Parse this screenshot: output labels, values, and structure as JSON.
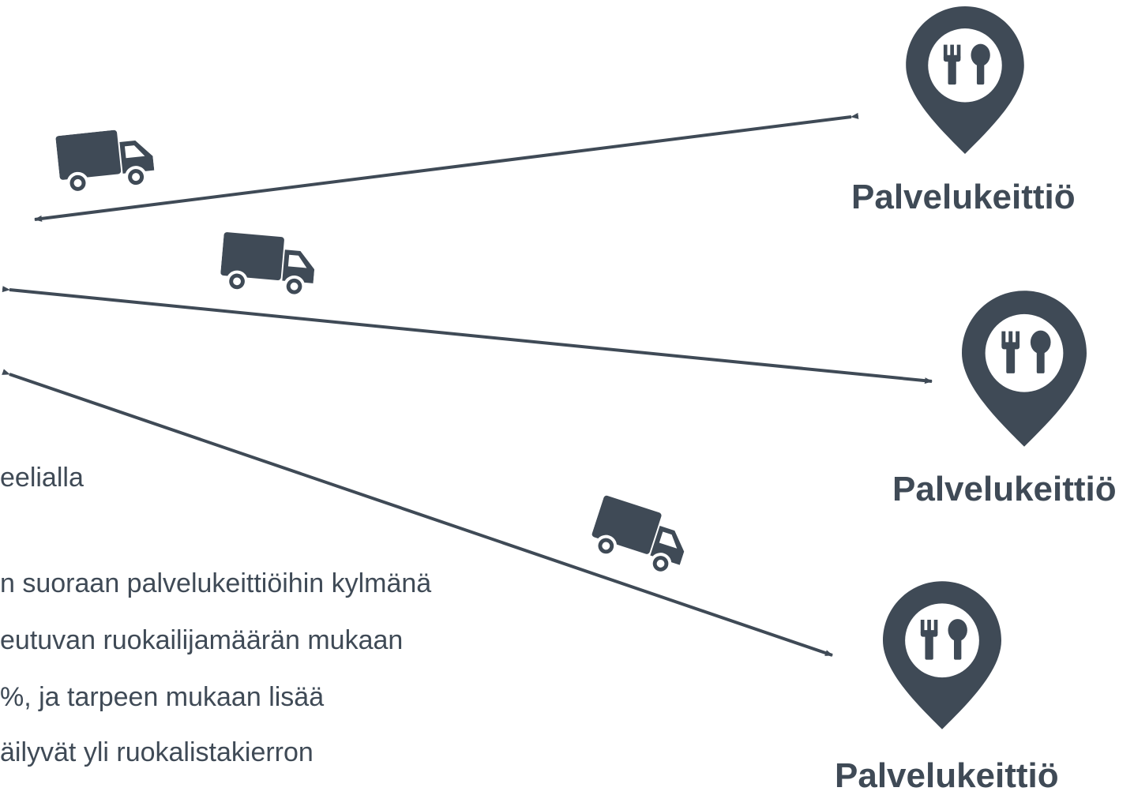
{
  "kitchens": [
    {
      "label": "Palvelukeittiö",
      "icon": "restaurant-location-pin-icon"
    },
    {
      "label": "Palvelukeittiö",
      "icon": "restaurant-location-pin-icon"
    },
    {
      "label": "Palvelukeittiö",
      "icon": "restaurant-location-pin-icon"
    }
  ],
  "trucks": [
    {
      "icon": "delivery-truck-icon"
    },
    {
      "icon": "delivery-truck-icon"
    },
    {
      "icon": "delivery-truck-icon"
    }
  ],
  "text_lines": [
    "eelialla",
    "n suoraan palvelukeittiöihin kylmänä",
    "eutuvan ruokailijamäärän mukaan",
    "%, ja tarpeen mukaan lisää",
    "äilyvät yli ruokalistakierron"
  ],
  "colors": {
    "primary": "#3f4a56",
    "background": "#ffffff"
  }
}
